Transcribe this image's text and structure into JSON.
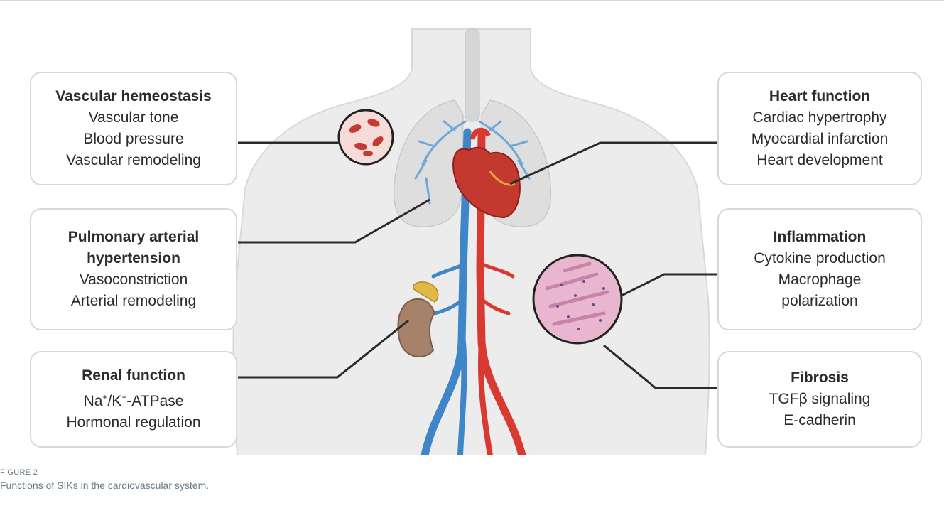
{
  "boxes": {
    "vascular": {
      "title": "Vascular hemeostasis",
      "lines": [
        "Vascular tone",
        "Blood pressure",
        "Vascular remodeling"
      ]
    },
    "pulmonary": {
      "title_1": "Pulmonary arterial",
      "title_2": "hypertension",
      "lines": [
        "Vasoconstriction",
        "Arterial remodeling"
      ]
    },
    "renal": {
      "title": "Renal function",
      "line_1_base": "Na",
      "line_1_sup1": "+",
      "line_1_mid": "/K",
      "line_1_sup2": "+",
      "line_1_end": "-ATPase",
      "lines": [
        "Hormonal regulation"
      ]
    },
    "heart": {
      "title": "Heart function",
      "lines": [
        "Cardiac hypertrophy",
        "Myocardial infarction",
        "Heart development"
      ]
    },
    "inflammation": {
      "title": "Inflammation",
      "lines": [
        "Cytokine production",
        "Macrophage",
        "polarization"
      ]
    },
    "fibrosis": {
      "title": "Fibrosis",
      "lines": [
        "TGFβ signaling",
        "E-cadherin"
      ]
    }
  },
  "caption": {
    "label": "FIGURE 2",
    "text": "Functions of SIKs in the cardiovascular system."
  },
  "colors": {
    "body": "#ececec",
    "box_border": "#d8d8d8",
    "artery": "#d83a32",
    "vein": "#3e86c8",
    "lung": "#dcdcdc",
    "caption": "#6a7a88"
  }
}
